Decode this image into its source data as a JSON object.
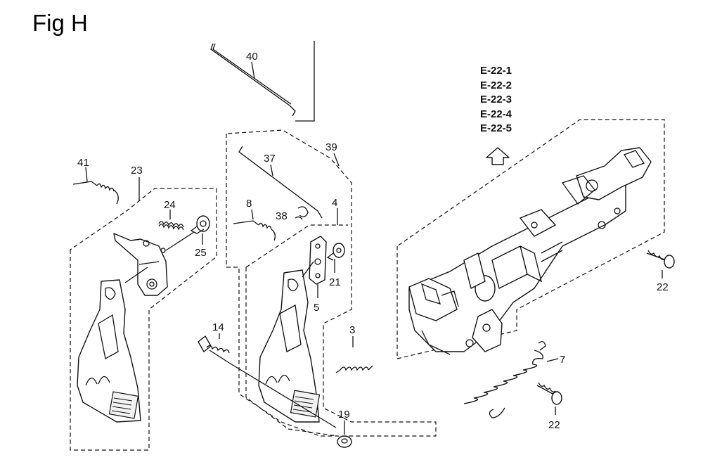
{
  "figure": {
    "title": "Fig H",
    "reference_pages": [
      "E-22-1",
      "E-22-2",
      "E-22-3",
      "E-22-4",
      "E-22-5"
    ],
    "callouts": {
      "p40": "40",
      "p41": "41",
      "p23": "23",
      "p24": "24",
      "p25": "25",
      "p37": "37",
      "p39": "39",
      "p8": "8",
      "p38": "38",
      "p4": "4",
      "p21": "21",
      "p5": "5",
      "p14": "14",
      "p3": "3",
      "p19": "19",
      "p7": "7",
      "p22a": "22",
      "p22b": "22"
    }
  }
}
